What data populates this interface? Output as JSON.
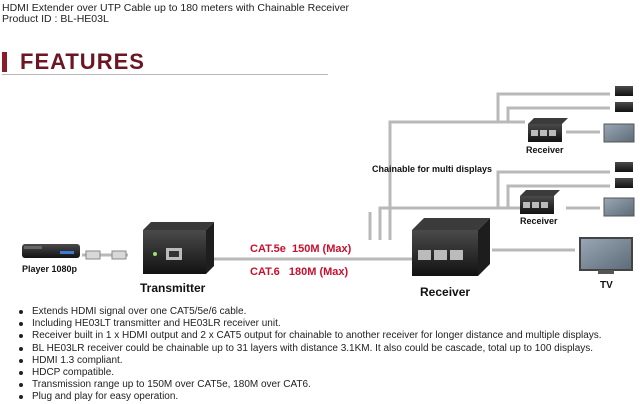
{
  "header": {
    "title": "HDMI Extender over UTP Cable up to 180 meters with Chainable Receiver",
    "product_id": "Product ID : BL-HE03L"
  },
  "section": {
    "title": "FEATURES"
  },
  "diagram": {
    "player_label": "Player 1080p",
    "transmitter_label": "Transmitter",
    "cable_cat5e": "CAT.5e  150M (Max)",
    "cable_cat6": "CAT.6   180M (Max)",
    "receiver_main_label": "Receiver",
    "receiver_top_label": "Receiver",
    "receiver_mid_label": "Receiver",
    "chain_label": "Chainable for multi displays",
    "tv_label": "TV",
    "accent_color": "#c8102e"
  },
  "features": [
    "Extends HDMI signal over one CAT5/5e/6 cable.",
    "Including HE03LT transmitter and HE03LR receiver unit.",
    "Receiver built in 1 x HDMI output and 2 x CAT5 output for chainable to another receiver for longer distance and multiple displays.",
    "BL HE03LR receiver could be chainable up to 31 layers with distance 3.1KM. It also could be cascade, total up to 100 displays.",
    "HDMI 1.3 compliant.",
    "HDCP compatible.",
    "Transmission range up to 150M over CAT5e, 180M over CAT6.",
    "Plug and play for easy operation."
  ]
}
